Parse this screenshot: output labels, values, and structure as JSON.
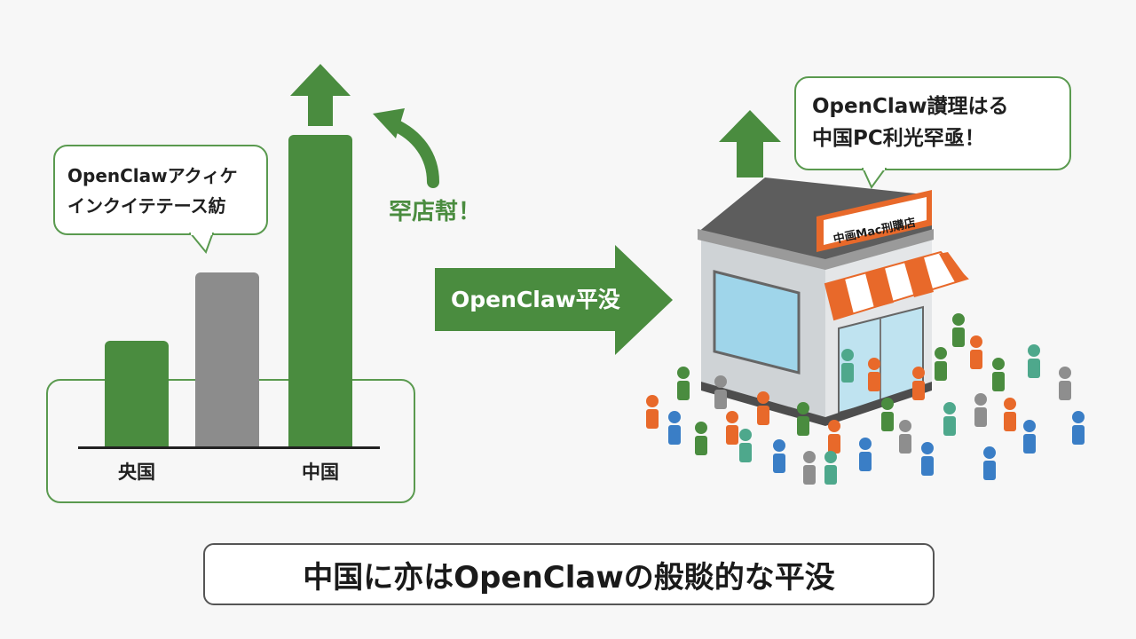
{
  "left_chart": {
    "bubble_line1": "OpenClawアクィケ",
    "bubble_line2": "インクイテテース紡",
    "categories": [
      "央国",
      "",
      "中国"
    ]
  },
  "rise_label": "罕店幇！",
  "flow_arrow_label": "OpenClaw平没",
  "shop": {
    "sign": "中画Mac刑購店",
    "bubble_line1": "OpenClaw讃理はる",
    "bubble_line2": "中国PC利光罕亟！"
  },
  "caption": "中国に亦はOpenClawの般賧的な平没",
  "colors": {
    "green": "#4a8c3f",
    "gray": "#8c8c8c",
    "orange": "#e8692a"
  }
}
